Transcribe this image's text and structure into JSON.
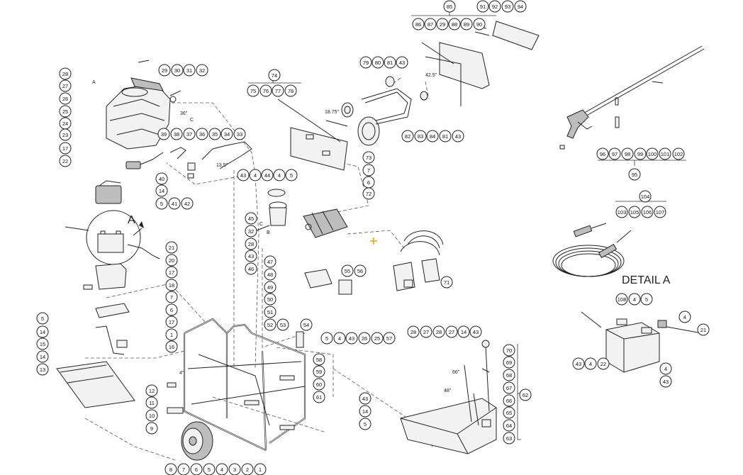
{
  "detail_title": "DETAIL  A",
  "marker_letters": [
    "A",
    "A",
    "B",
    "C",
    "C"
  ],
  "dimensions": [
    "42.5\"",
    "18.75\"",
    "13.5\"",
    "36\"",
    "4\"",
    "66\"",
    "48\""
  ],
  "callout_labels": {
    "engine_left": [
      "28",
      "27",
      "26",
      "25",
      "24",
      "23",
      "17",
      "22"
    ],
    "engine_top": [
      "29",
      "30",
      "31",
      "32"
    ],
    "harness": [
      "39",
      "38",
      "37",
      "36",
      "35",
      "34",
      "33",
      "40",
      "14",
      "5",
      "41",
      "42"
    ],
    "tank_bracket": [
      "43",
      "4",
      "44",
      "4",
      "5",
      "45",
      "32",
      "28",
      "43",
      "46"
    ],
    "belt_guard": [
      "74",
      "75",
      "76",
      "77",
      "78",
      "73",
      "7",
      "6",
      "72"
    ],
    "pulleys": [
      "79",
      "80",
      "81",
      "43",
      "82",
      "83",
      "84",
      "81",
      "43"
    ],
    "guard_cover": [
      "85",
      "86",
      "87",
      "29",
      "88",
      "89",
      "90",
      "91",
      "92",
      "93",
      "94"
    ],
    "gun_wand": [
      "96",
      "97",
      "98",
      "99",
      "100",
      "101",
      "102",
      "95"
    ],
    "hose": [
      "104",
      "103",
      "105",
      "106",
      "107"
    ],
    "battery_left": [
      "21",
      "20",
      "17",
      "18",
      "7",
      "6",
      "17",
      "1",
      "16",
      "5",
      "14",
      "15",
      "14",
      "13"
    ],
    "frame_bottom": [
      "12",
      "11",
      "10",
      "9",
      "8",
      "7",
      "6",
      "5",
      "4",
      "3",
      "2",
      "1"
    ],
    "control_box": [
      "47",
      "48",
      "49",
      "50",
      "51",
      "52",
      "53",
      "54",
      "55",
      "56",
      "5",
      "4",
      "43",
      "26",
      "25",
      "57",
      "58",
      "59",
      "60",
      "61"
    ],
    "fuel_tank": [
      "28",
      "27",
      "28",
      "27",
      "14",
      "43",
      "70",
      "69",
      "68",
      "67",
      "66",
      "65",
      "64",
      "63",
      "62",
      "43",
      "14",
      "5"
    ],
    "manifold": [
      "71"
    ],
    "detail_a": [
      "108",
      "4",
      "5",
      "4",
      "21",
      "43",
      "4",
      "22",
      "4",
      "43"
    ]
  },
  "colors": {
    "line": "#222222",
    "accent_marker": "#f0a000",
    "background": "#ffffff"
  }
}
